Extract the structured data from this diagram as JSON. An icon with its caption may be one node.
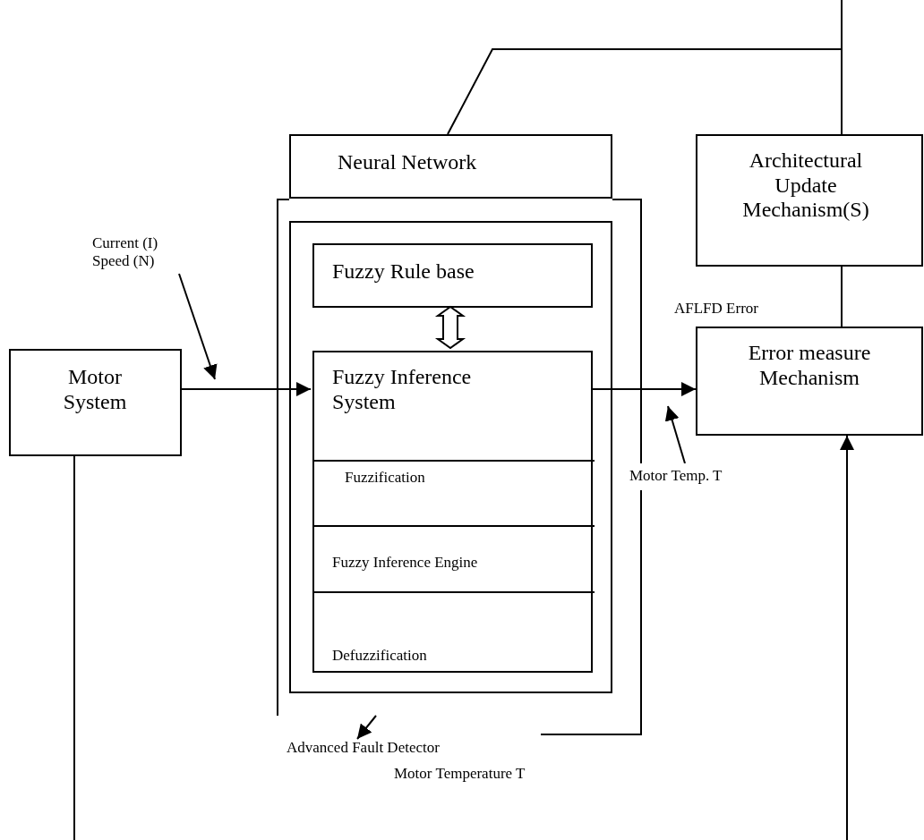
{
  "diagram": {
    "nodes": [
      {
        "text": [
          "Neural Network"
        ]
      },
      {
        "text": [
          "Architectural Update Mechanism(S)"
        ]
      },
      {
        "text": [
          "Current (I) Speed (N)"
        ]
      },
      {
        "text": [
          "Motor System"
        ]
      },
      {
        "text": [],
        "shape": "box"
      },
      {
        "text": [],
        "shape": "box",
        "in": 4
      },
      {
        "text": [
          "Fuzzy Rule base"
        ],
        "in": 5
      },
      {
        "text": [
          "Fuzzy Inference System"
        ],
        "in": 5
      },
      {
        "text": [
          "Fuzzification"
        ],
        "in": 7
      },
      {
        "text": [
          "Fuzzy Inference Engine"
        ],
        "in": 7
      },
      {
        "text": [
          "Defuzzification"
        ],
        "in": 7
      },
      {
        "text": [
          "Error measure Mechanism"
        ]
      },
      {
        "text": [
          "Motor Temp. T"
        ]
      },
      {
        "text": [
          "Advanced Fault Detector"
        ]
      }
    ],
    "edges": [
      {
        "from": 3,
        "to": 7,
        "arrow": "to"
      },
      {
        "from": 2,
        "to": null,
        "arrow": "to"
      },
      {
        "from": 6,
        "to": 7,
        "arrow": "both",
        "style": "thick"
      },
      {
        "from": 7,
        "to": 11,
        "arrow": "to"
      },
      {
        "from": 12,
        "to": null,
        "arrow": "to"
      },
      {
        "from": 1,
        "to": 11,
        "arrow": "none"
      },
      {
        "from": 1,
        "to": 0,
        "arrow": "none"
      },
      {
        "from": 1,
        "to": null,
        "arrow": "none"
      },
      {
        "from": null,
        "to": 13,
        "arrow": "to"
      },
      {
        "from": 3,
        "to": null,
        "arrow": "none"
      },
      {
        "from": null,
        "to": 11,
        "arrow": "to"
      }
    ],
    "labels": [
      "AFLFD Error",
      "Motor Temperature T"
    ]
  }
}
